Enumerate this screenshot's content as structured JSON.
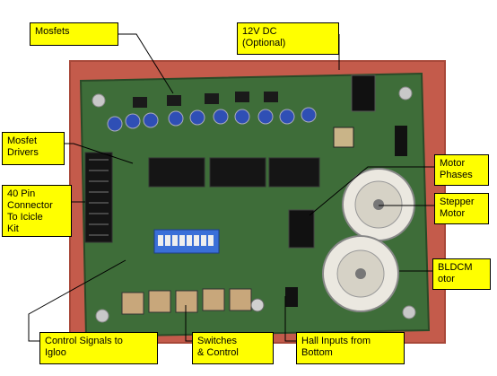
{
  "callouts": {
    "mosfets": "Mosfets",
    "dc12v": "12V DC\n(Optional)",
    "mosfet_drivers": "Mosfet\nDrivers",
    "pin40": "40 Pin\nConnector\nTo Icicle\nKit",
    "motor_phases": "Motor\nPhases",
    "stepper_motor": "Stepper\nMotor",
    "bldcm": "BLDCM\notor",
    "control_signals": "Control Signals to\nIgloo",
    "switches": "Switches\n& Control",
    "hall_inputs": "Hall Inputs from\nBottom"
  },
  "colors": {
    "backdrop": "#c25a4a",
    "pcb": "#3f6f3a",
    "callout_fill": "#ffff00",
    "leader_line": "#000000"
  }
}
